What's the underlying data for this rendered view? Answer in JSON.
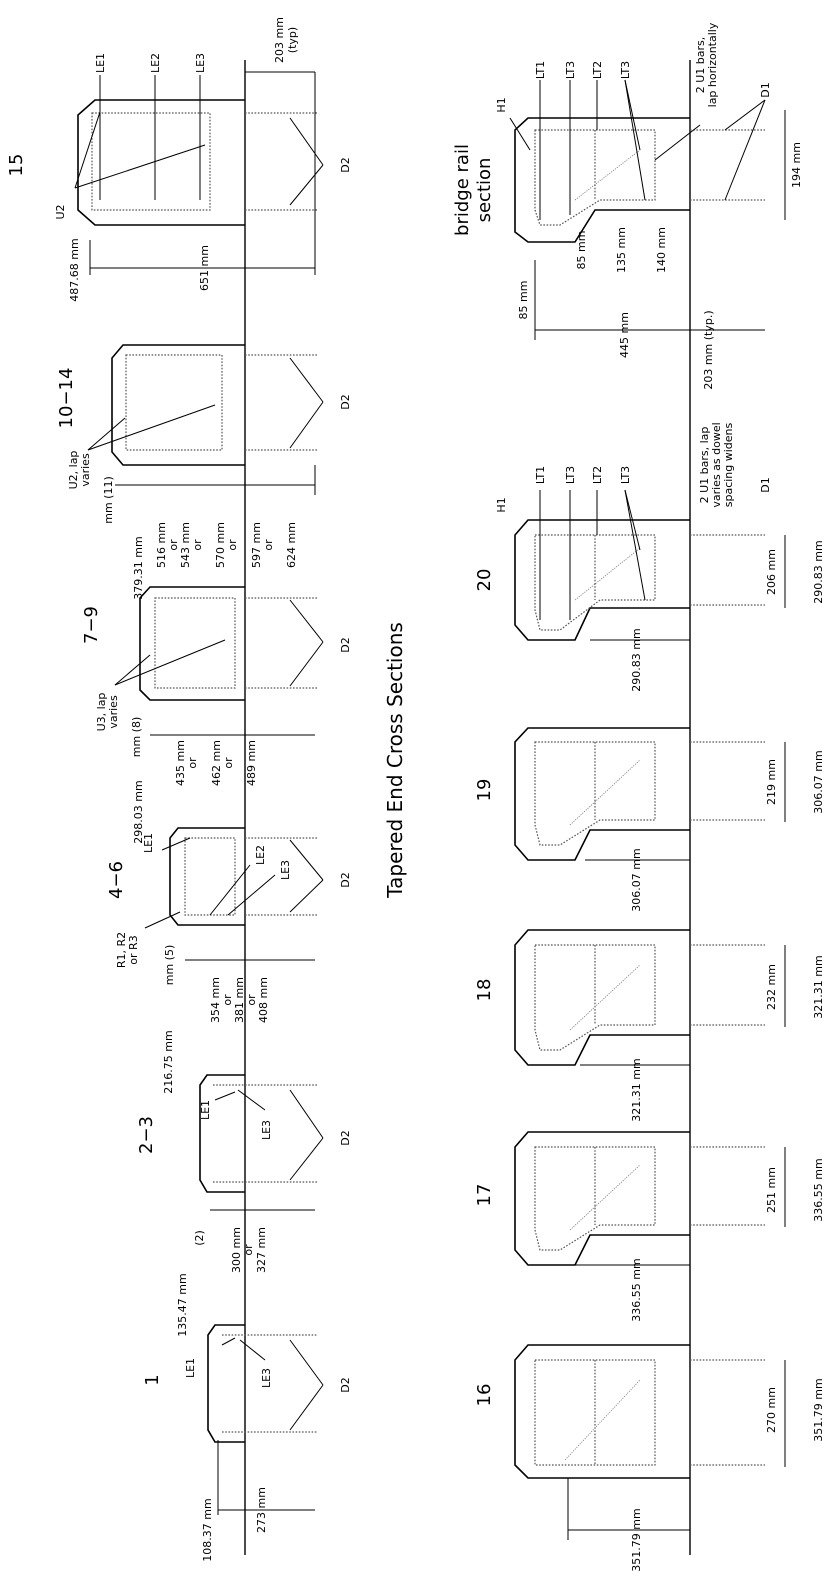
{
  "title": "Tapered End Cross Sections",
  "sections_top": [
    {
      "label": "1",
      "dims": [
        "108.37 mm",
        "273 mm",
        "135.47 mm"
      ],
      "bars": [
        "LE1",
        "LE3",
        "D2"
      ]
    },
    {
      "label": "2−3",
      "dims": [
        "(2)",
        "300 mm",
        "or",
        "327 mm",
        "216.75 mm"
      ],
      "bars": [
        "LE1",
        "LE3",
        "D2"
      ]
    },
    {
      "label": "4−6",
      "dims": [
        "mm (5)",
        "354 mm",
        "or",
        "381 mm",
        "or",
        "408 mm",
        "298.03 mm"
      ],
      "bars": [
        "R1, R2",
        "or R3",
        "LE1",
        "LE2",
        "LE3",
        "D2"
      ]
    },
    {
      "label": "7−9",
      "dims": [
        "mm (8)",
        "435 mm",
        "or",
        "462 mm",
        "or",
        "489 mm",
        "379.31 mm"
      ],
      "bars": [
        "U3, lap",
        "varies",
        "D2"
      ]
    },
    {
      "label": "10−14",
      "dims": [
        "mm (11)",
        "516 mm",
        "or",
        "543 mm",
        "or",
        "570 mm",
        "or",
        "597 mm",
        "or",
        "624 mm"
      ],
      "bars": [
        "U2, lap",
        "varies",
        "D2"
      ]
    },
    {
      "label": "15",
      "dims": [
        "487.68 mm",
        "651 mm",
        "203 mm",
        "(typ)"
      ],
      "bars": [
        "LE1",
        "LE2",
        "LE3",
        "U2",
        "D2"
      ]
    }
  ],
  "sections_bottom": [
    {
      "label": "16",
      "dims": [
        "351.79 mm",
        "270 mm",
        "351.79 mm"
      ]
    },
    {
      "label": "17",
      "dims": [
        "336.55 mm",
        "251 mm",
        "336.55 mm"
      ]
    },
    {
      "label": "18",
      "dims": [
        "321.31 mm",
        "232 mm",
        "321.31 mm"
      ]
    },
    {
      "label": "19",
      "dims": [
        "306.07 mm",
        "219 mm",
        "306.07 mm"
      ]
    },
    {
      "label": "20",
      "dims": [
        "290.83 mm",
        "206 mm",
        "290.83 mm"
      ],
      "bars": [
        "H1",
        "LT1",
        "LT3",
        "LT2",
        "LT3",
        "D1"
      ],
      "note": [
        "2 U1 bars, lap",
        "varies as dowel",
        "spacing widens"
      ]
    },
    {
      "label": "bridge rail",
      "label2": "section",
      "dims": [
        "85 mm",
        "85 mm",
        "135 mm",
        "140 mm",
        "445 mm",
        "194 mm",
        "203 mm (typ.)"
      ],
      "bars": [
        "H1",
        "LT1",
        "LT3",
        "LT2",
        "LT3",
        "D1"
      ],
      "note": [
        "2 U1 bars,",
        "lap horizontally"
      ]
    }
  ]
}
